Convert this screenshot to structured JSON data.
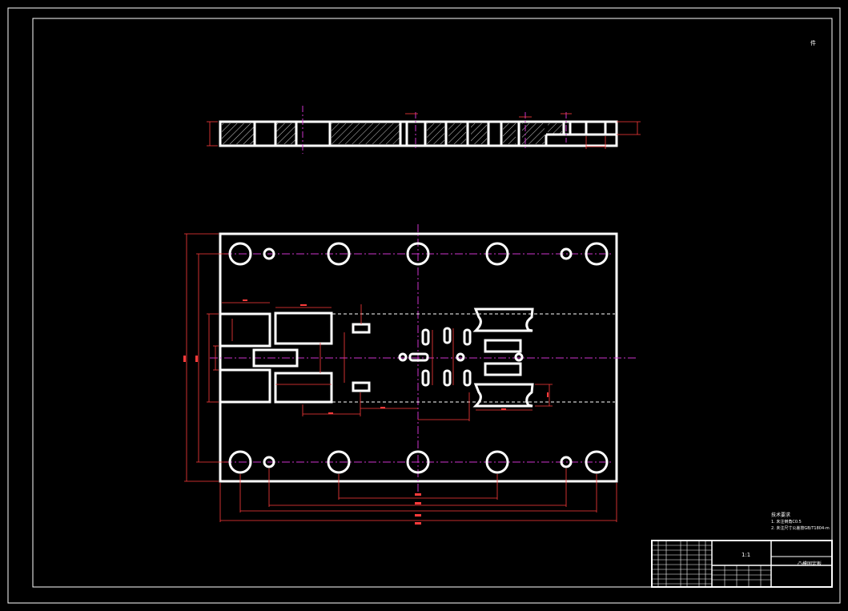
{
  "colors": {
    "background": "#000000",
    "outline": "#ffffff",
    "centerline": "#cc33cc",
    "dimension": "#ff3b3b"
  },
  "sheet": {
    "corner_mark": "件"
  },
  "notes": {
    "heading": "技术要求",
    "line1": "1. 未注倒角C0.5",
    "line2": "2. 未注尺寸公差按GB/T1804-m"
  },
  "title_block": {
    "scale_mark": "1:1",
    "part_name": "凸模固定板"
  }
}
